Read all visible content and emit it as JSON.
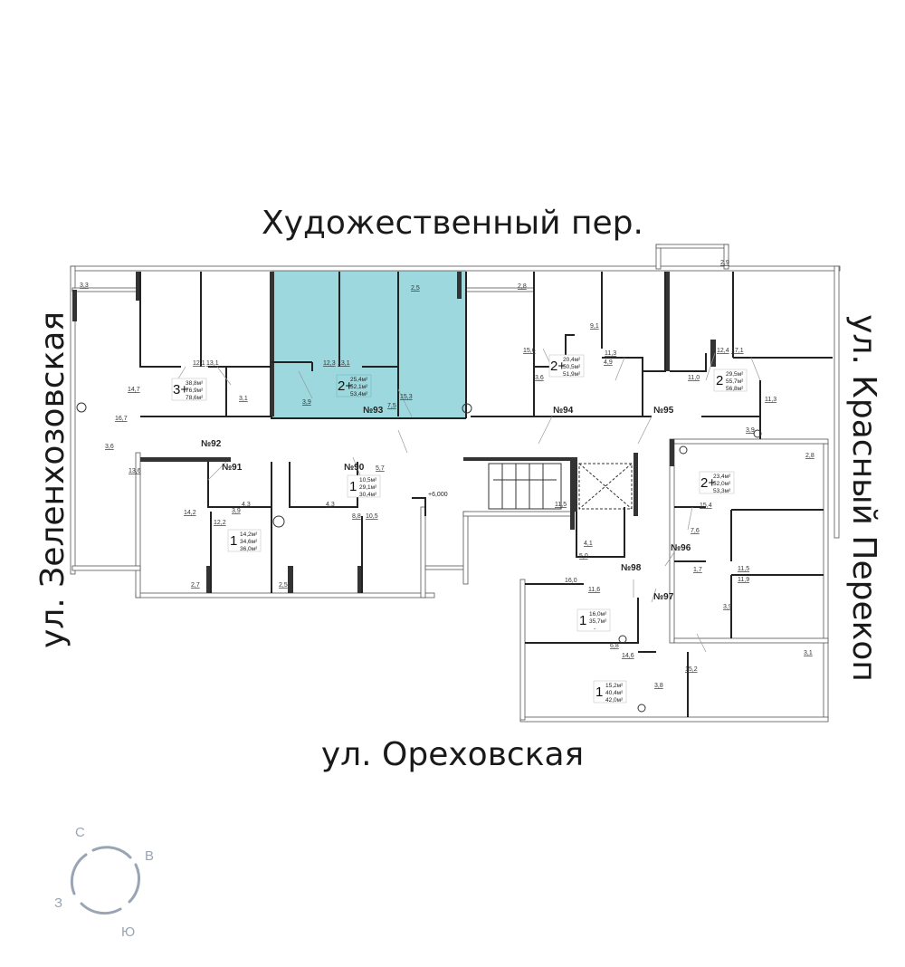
{
  "streets": {
    "top": "Художественный пер.",
    "left": "ул. Зеленхозовская",
    "right": "ул. Красный Перекоп",
    "bottom": "ул. Ореховская"
  },
  "highlight_color": "#7ccbd3",
  "selected_apartment": "№93",
  "apartments": [
    {
      "no": "№92",
      "type": "3+",
      "areas": [
        "38,8м²",
        "76,9м²",
        "78,6м²"
      ]
    },
    {
      "no": "№93",
      "type": "2+",
      "areas": [
        "25,4м²",
        "52,1м²",
        "53,4м²"
      ]
    },
    {
      "no": "№94",
      "type": "2+",
      "areas": [
        "20,4м²",
        "50,5м²",
        "51,9м²"
      ]
    },
    {
      "no": "№95",
      "type": "2",
      "areas": [
        "29,5м²",
        "55,7м²",
        "56,8м²"
      ]
    },
    {
      "no": "№96",
      "type": "2+",
      "areas": [
        "23,4м²",
        "52,0м²",
        "53,3м²"
      ]
    },
    {
      "no": "№98",
      "type": "1",
      "areas": [
        "16,0м²",
        "35,7м²",
        "-"
      ]
    },
    {
      "no": "№97",
      "type": "1",
      "areas": [
        "15,2м²",
        "40,4м²",
        "42,0м²"
      ]
    },
    {
      "no": "№91",
      "type": "1",
      "areas": [
        "14,2м²",
        "34,6м²",
        "36,0м²"
      ]
    },
    {
      "no": "№90",
      "type": "1",
      "areas": [
        "10,5м²",
        "29,1м²",
        "30,4м²"
      ]
    }
  ],
  "elevation": "+6,000",
  "room_dims": [
    "3,3",
    "12,1",
    "13,1",
    "14,7",
    "3,1",
    "16,7",
    "3,6",
    "13,6",
    "12,3",
    "13,1",
    "3,9",
    "7,5",
    "15,3",
    "2,5",
    "2,8",
    "9,1",
    "15,6",
    "11,3",
    "4,9",
    "3,6",
    "2,9",
    "12,4",
    "17,1",
    "11,0",
    "11,3",
    "3,9",
    "4,3",
    "3,9",
    "14,2",
    "12,2",
    "4,3",
    "8,8",
    "10,5",
    "5,7",
    "2,7",
    "2,5",
    "11,5",
    "2,8",
    "15,4",
    "7,6",
    "4,1",
    "5,0",
    "16,0",
    "11,6",
    "1,7",
    "11,5",
    "11,9",
    "3,9",
    "6,8",
    "14,6",
    "15,2",
    "3,8",
    "3,1"
  ],
  "compass": {
    "north": "С",
    "east": "В",
    "west": "З",
    "south": "Ю"
  }
}
